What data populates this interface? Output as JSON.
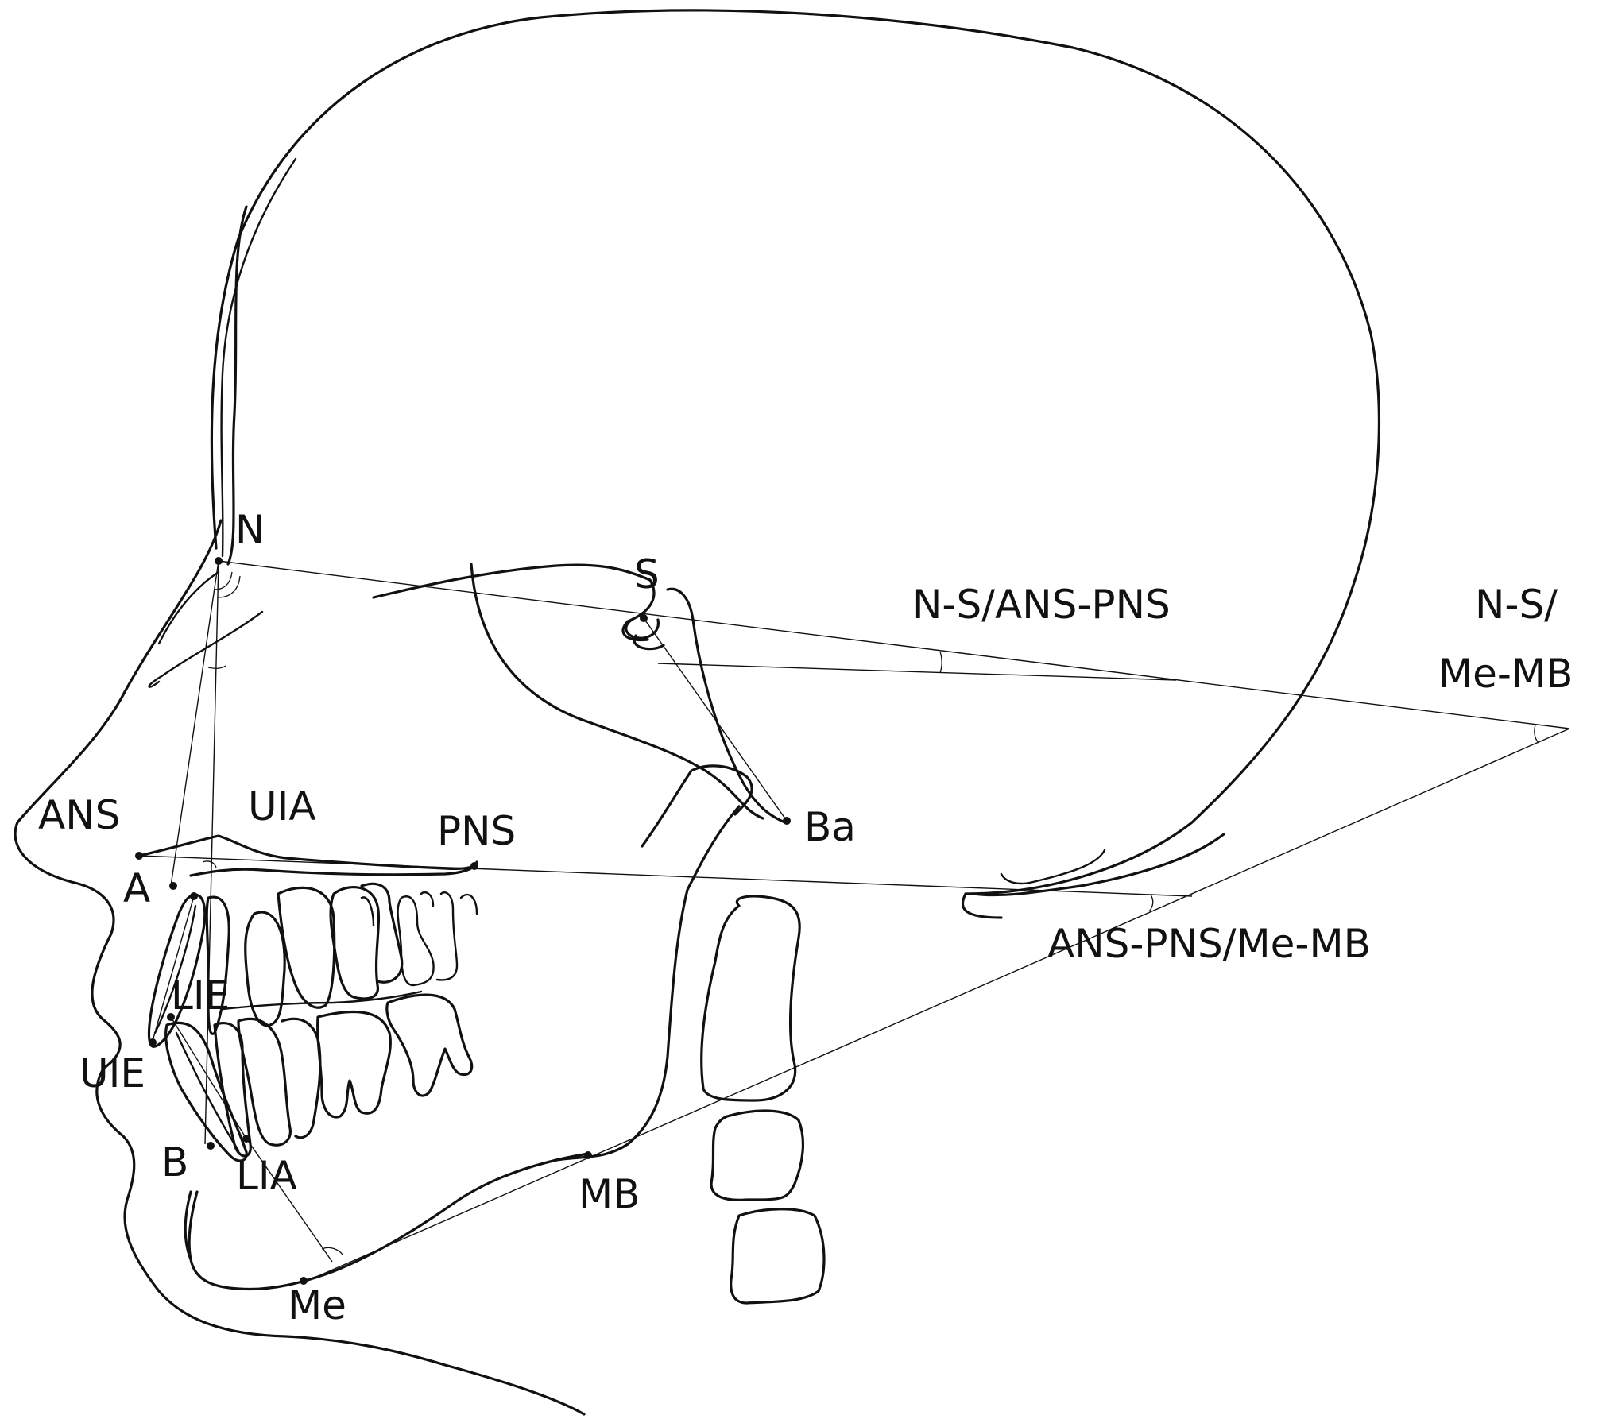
{
  "landmarks": {
    "n": "N",
    "s": "S",
    "ba": "Ba",
    "ans": "ANS",
    "pns": "PNS",
    "a": "A",
    "b": "B",
    "uia": "UIA",
    "uie": "UIE",
    "lie": "LIE",
    "lia": "LIA",
    "me": "Me",
    "mb": "MB"
  },
  "angles": {
    "ns_anspns": "N-S/ANS-PNS",
    "ns_memb_line1": "N-S/",
    "ns_memb_line2": "Me-MB",
    "anspns_memb": "ANS-PNS/Me-MB"
  },
  "colors": {
    "line": "#111111",
    "background": "#ffffff"
  }
}
